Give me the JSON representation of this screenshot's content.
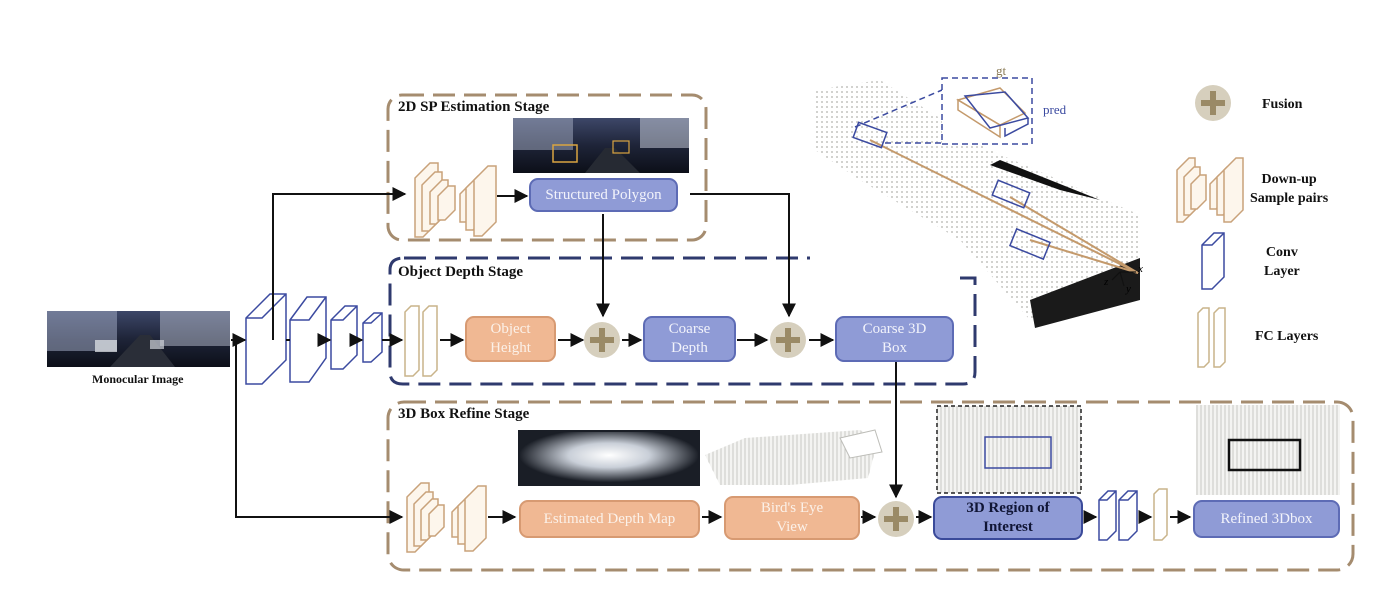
{
  "stages": {
    "sp": {
      "title": "2D SP Estimation Stage"
    },
    "depth": {
      "title": "Object Depth Stage"
    },
    "refine": {
      "title": "3D Box Refine Stage"
    }
  },
  "input": {
    "label": "Monocular Image"
  },
  "nodes": {
    "structured_polygon": "Structured Polygon",
    "object_height": "Object\nHeight",
    "coarse_depth": "Coarse\nDepth",
    "coarse_3d_box": "Coarse 3D\nBox",
    "estimated_depth_map": "Estimated Depth Map",
    "birds_eye_view": "Bird's Eye\nView",
    "region_of_interest": "3D Region of\nInterest",
    "refined_3dbox": "Refined 3Dbox"
  },
  "pointcloud": {
    "gt_label": "gt",
    "pred_label": "pred",
    "axis_x": "x",
    "axis_y": "y",
    "axis_z": "z"
  },
  "legend": {
    "fusion": "Fusion",
    "down_up": "Down-up\nSample pairs",
    "conv": "Conv\nLayer",
    "fc": "FC Layers"
  },
  "colors": {
    "sp_border": "#a58c6f",
    "depth_border": "#2f3a6e",
    "refine_border": "#a58c6f",
    "down_up": "#c9a27a",
    "conv": "#3b4aa0",
    "fc": "#c9b48a",
    "fusion": "#cfc6b0",
    "fusion_plus": "#9a8a66"
  }
}
